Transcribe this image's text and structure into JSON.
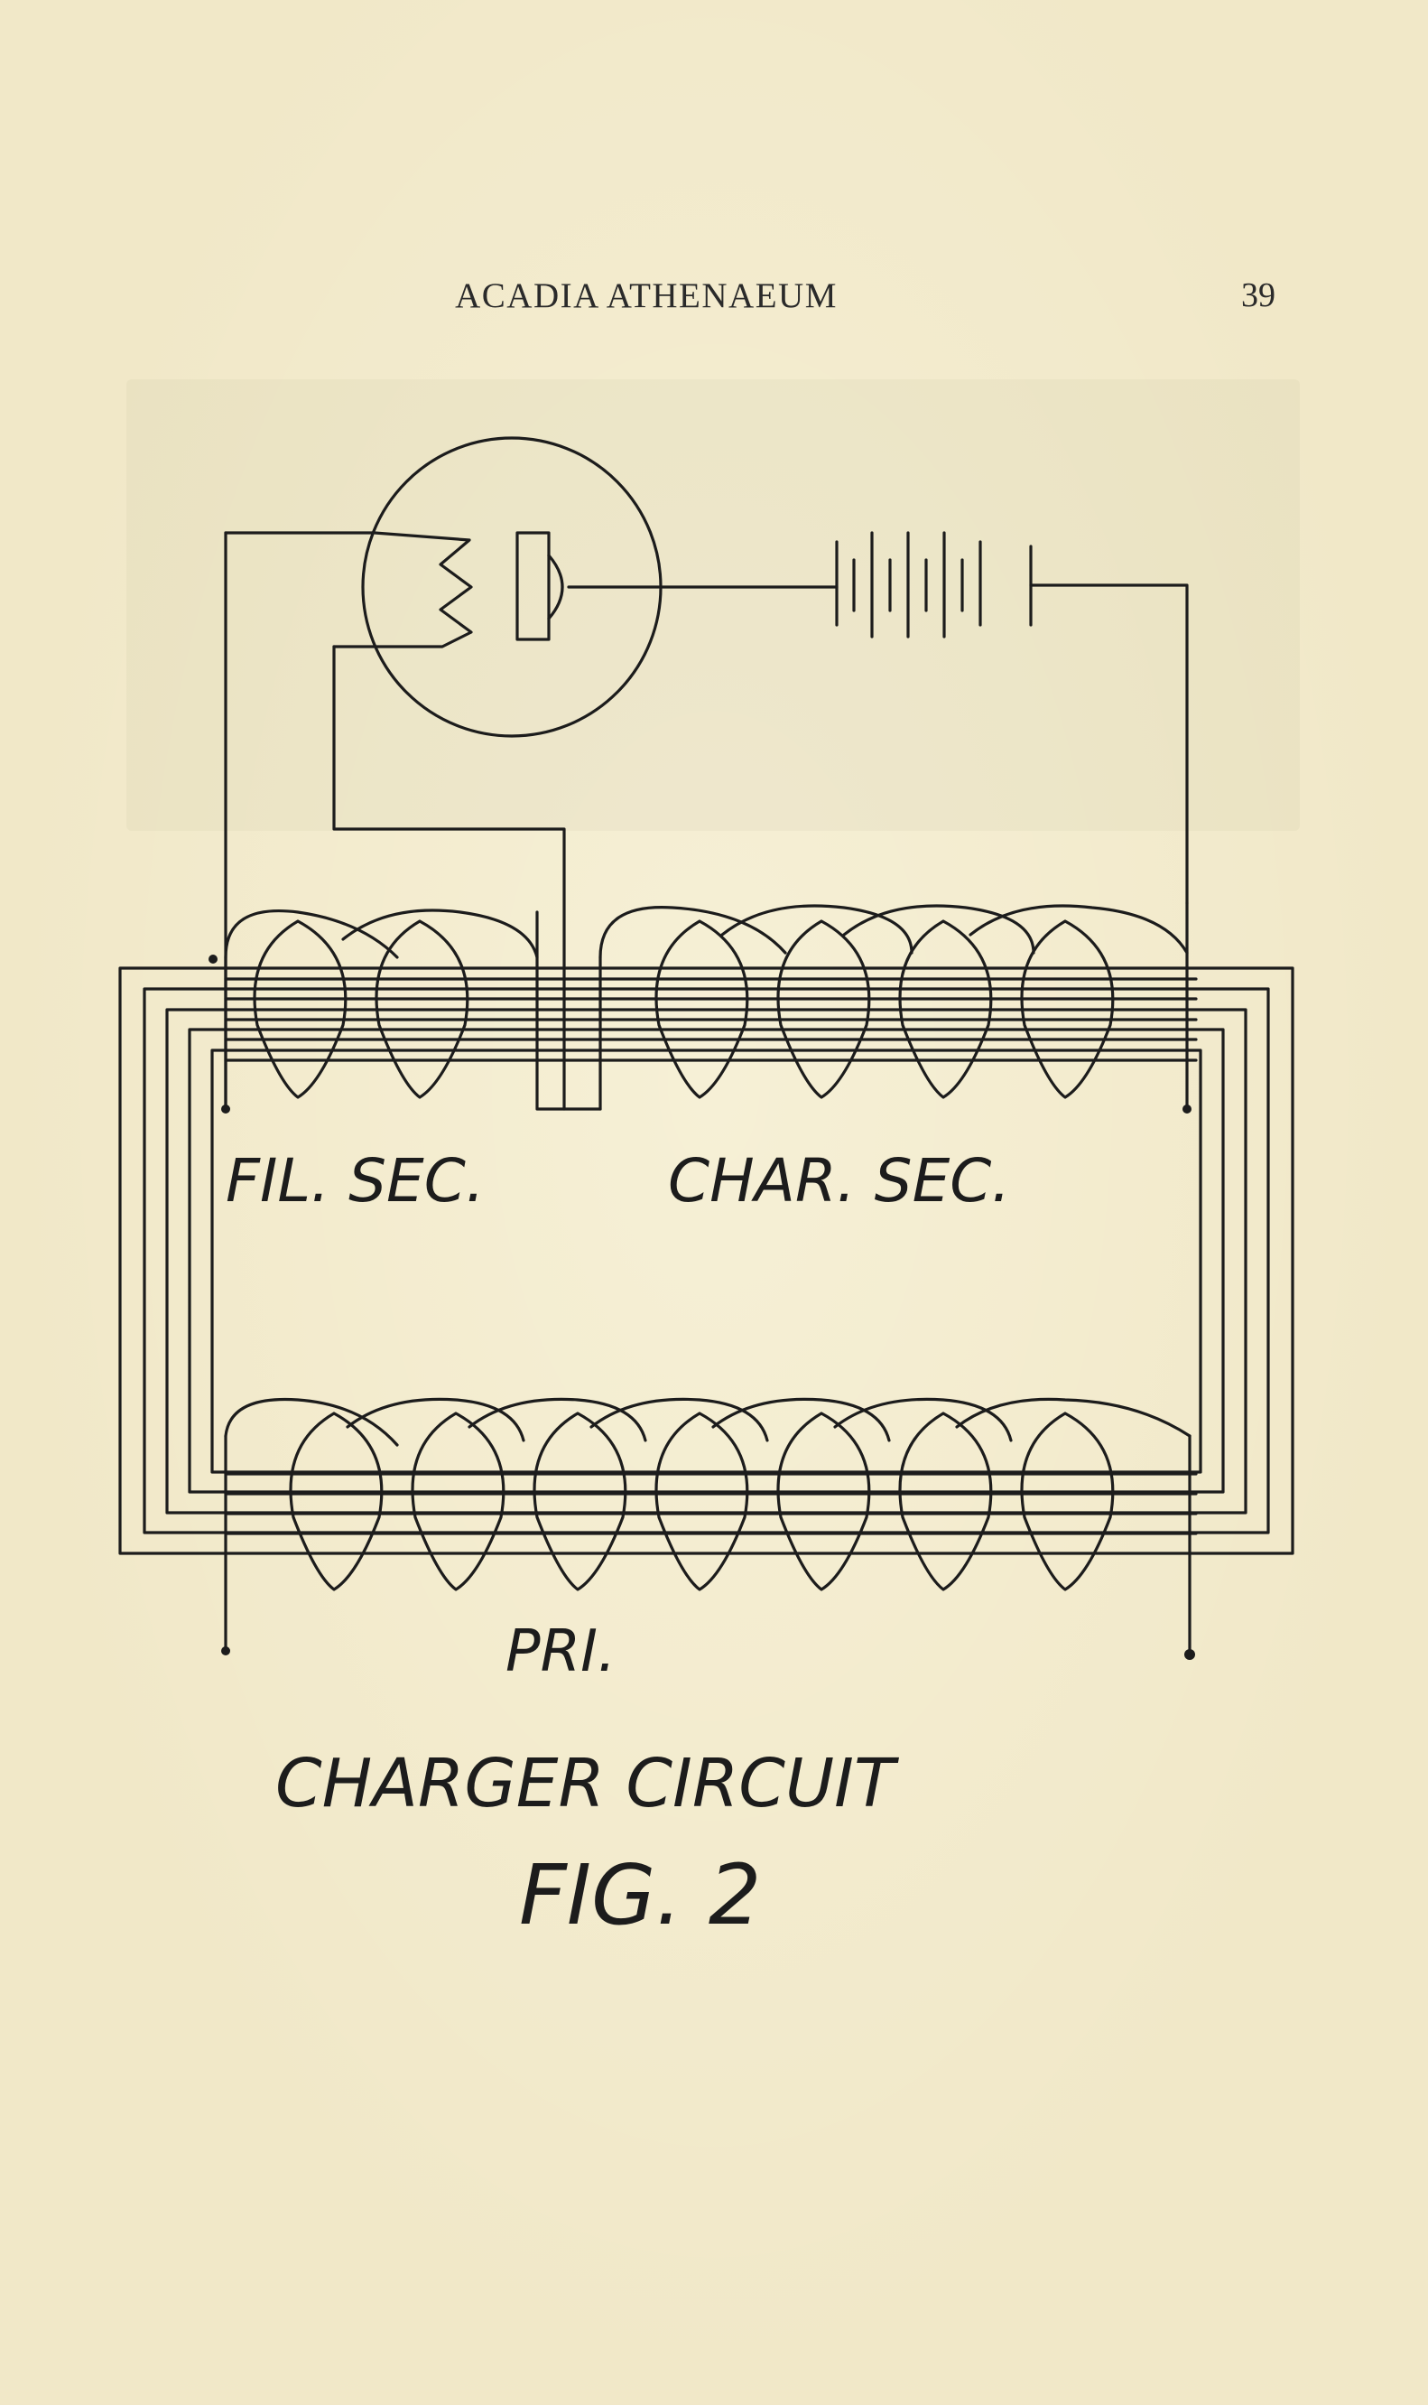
{
  "header": {
    "title": "ACADIA ATHENAEUM",
    "page_number": "39"
  },
  "figure": {
    "labels": {
      "filament_secondary": "FIL. SEC.",
      "charging_secondary": "CHAR. SEC.",
      "primary": "PRI."
    },
    "caption": "CHARGER CIRCUIT",
    "figure_number": "FIG. 2"
  }
}
